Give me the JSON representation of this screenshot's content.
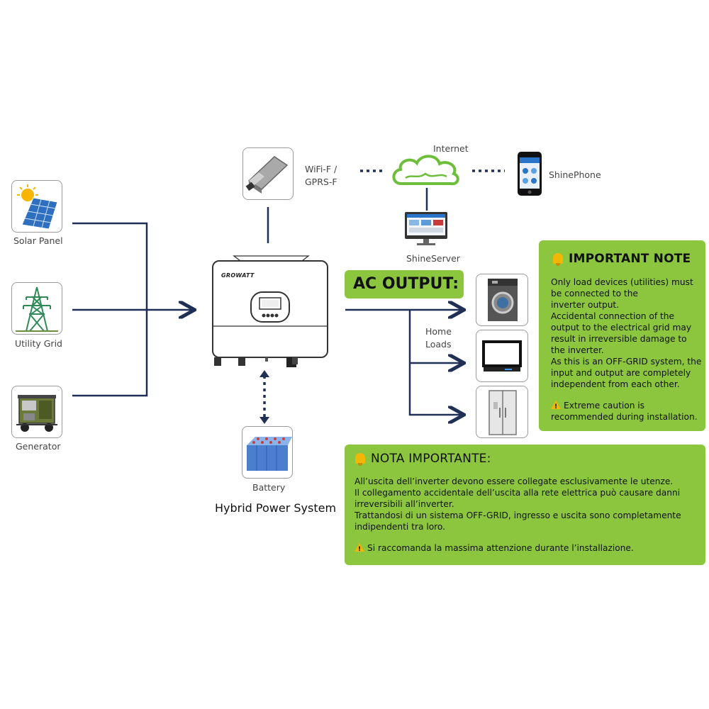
{
  "sources": {
    "solar": "Solar Panel",
    "grid": "Utility Grid",
    "generator": "Generator"
  },
  "wifi_label_1": "WiFi-F /",
  "wifi_label_2": "GPRS-F",
  "internet": "Internet",
  "shinephone": "ShinePhone",
  "shineserver": "ShineServer",
  "inverter_brand": "GROWATT",
  "battery": "Battery",
  "system_title": "Hybrid Power System",
  "ac_output": "AC OUTPUT:",
  "home_loads_1": "Home",
  "home_loads_2": "Loads",
  "important_note": {
    "title": "IMPORTANT NOTE",
    "lines": [
      "Only load devices (utilities) must",
      "be connected to the",
      "inverter output.",
      "Accidental connection of the",
      "output to the electrical grid may",
      "result in irreversible damage to",
      "the inverter.",
      "As this is an OFF-GRID system, the",
      "input and output are completely",
      "independent from each other."
    ],
    "caution_1": "Extreme caution is",
    "caution_2": "recommended during installation."
  },
  "nota_importante": {
    "title": "NOTA IMPORTANTE:",
    "lines": [
      "All’uscita dell’inverter devono essere collegate esclusivamente le utenze.",
      "Il collegamento accidentale dell’uscita alla rete elettrica può causare danni",
      "irreversibili all’inverter.",
      "Trattandosi di un sistema OFF-GRID, ingresso e uscita sono completamente",
      "indipendenti tra loro."
    ],
    "caution": "Si raccomanda la massima attenzione durante l’installazione."
  },
  "colors": {
    "wire": "#1f2f56",
    "note_green": "#8cc63f",
    "warning_yellow": "#f2b705"
  }
}
